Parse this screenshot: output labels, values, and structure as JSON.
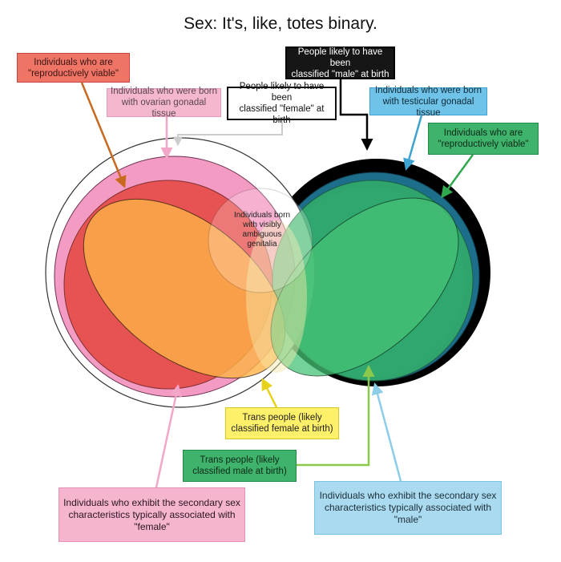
{
  "title": "Sex: It's, like, totes binary.",
  "labels": {
    "repro_female": [
      "Individuals who are",
      "\"reproductively viable\""
    ],
    "ovarian": [
      "Individuals who were born",
      "with ovarian gonadal tissue"
    ],
    "classified_female": [
      "People likely to have been",
      "classified \"female\" at birth"
    ],
    "classified_male": [
      "People likely to have been",
      "classified \"male\" at birth"
    ],
    "testicular": [
      "Individuals who were born",
      "with testicular gonadal tissue"
    ],
    "repro_male": [
      "Individuals who are",
      "\"reproductively viable\""
    ],
    "ambiguous": [
      "Individuals born with visibly",
      "ambiguous genitalia"
    ],
    "trans_female": [
      "Trans people (likely",
      "classified female at birth)"
    ],
    "trans_male": [
      "Trans people (likely",
      "classified male at birth)"
    ],
    "secondary_female": [
      "Individuals who exhibit the secondary sex",
      "characteristics typically associated with",
      "\"female\""
    ],
    "secondary_male": [
      "Individuals who exhibit the secondary sex",
      "characteristics typically associated with",
      "\"male\""
    ]
  },
  "colors": {
    "red": "#ee6a5c",
    "pink": "#f06eaa",
    "orange": "#ffb347",
    "yellow": "#fff06a",
    "green": "#3cb86e",
    "teal": "#1f6f8b",
    "black": "#000000",
    "lightblue": "#7fc8e6"
  }
}
